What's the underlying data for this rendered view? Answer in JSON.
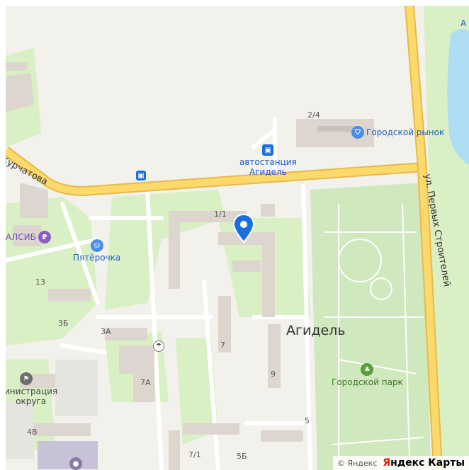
{
  "map": {
    "city_label": "Агидель",
    "streets": {
      "kurchatova": "Курчатова",
      "pervykh_stroiteley": "ул. Первых Строителей"
    },
    "pois": {
      "market": "Городской рынок",
      "bus_station": "автостанция\nАгидель",
      "pyaterochka": "Пятёрочка",
      "bank": "АЛСИБ",
      "park": "Городской парк",
      "administration": "инистрация\nокруга",
      "top_right": "А"
    },
    "house_numbers": {
      "h24": "2/4",
      "h11": "1/1",
      "h13": "13",
      "h3b": "3Б",
      "h3a": "3А",
      "h7a": "7А",
      "h7": "7",
      "h9": "9",
      "h4v": "4В",
      "h71": "7/1",
      "h5b": "5Б",
      "h5": "5"
    },
    "colors": {
      "background": "#f2f1ec",
      "green": "#d9efc4",
      "park": "#cfe8bd",
      "road_main": "#fbd96b",
      "road_edge": "#e8b94a",
      "building": "#dcd6cf",
      "water": "#aedcf2",
      "pin": "#1a6fe0",
      "market_icon": "#4a8ee8",
      "bank_icon": "#8a5dc7",
      "park_icon": "#5b9e3c",
      "shop_icon": "#4a8ee8"
    }
  },
  "footer": {
    "yandex_copyright": "© Яндекс",
    "brand_first": "Я",
    "brand_rest": "ндекс Карты"
  }
}
